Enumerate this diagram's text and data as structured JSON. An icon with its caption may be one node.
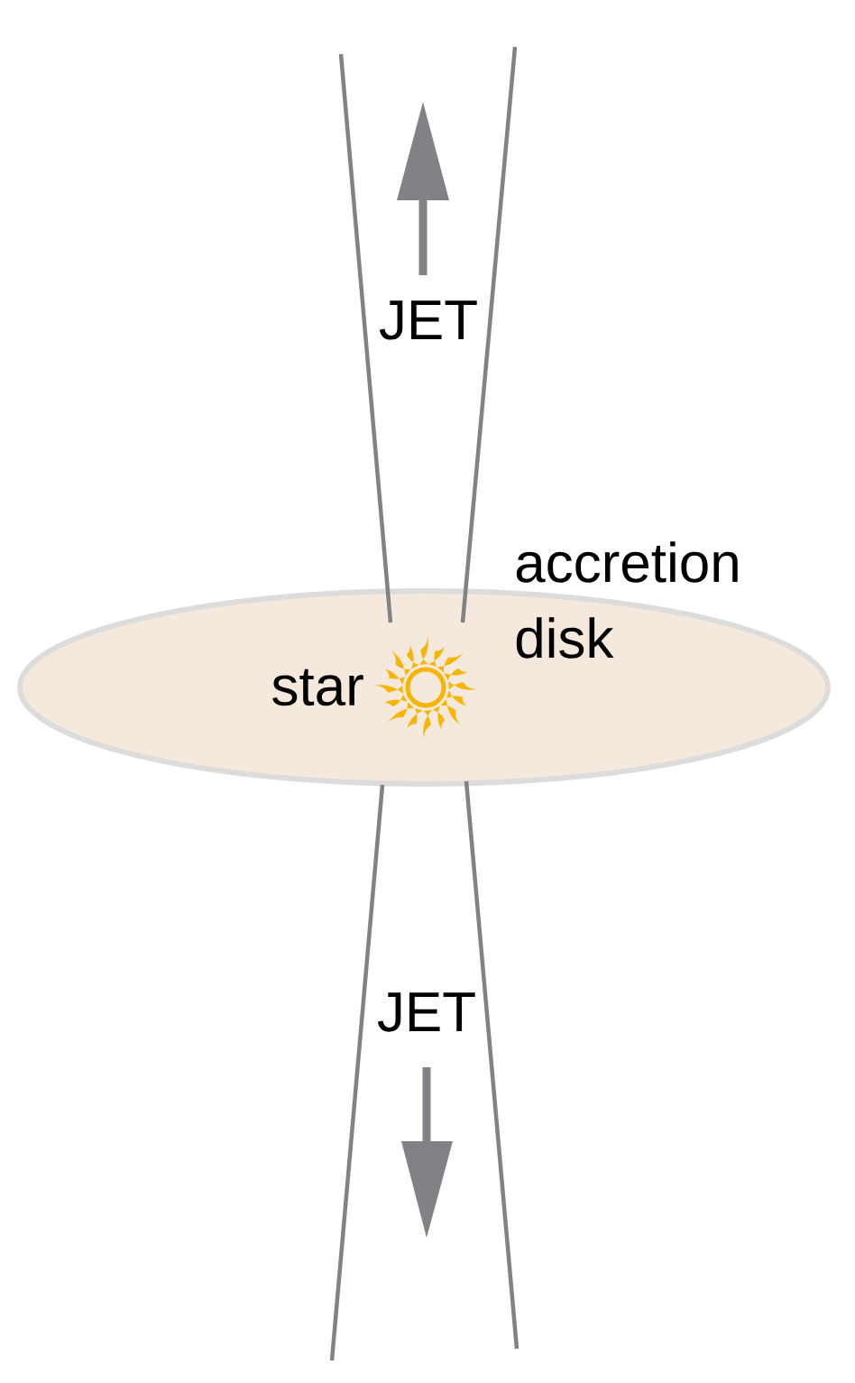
{
  "diagram": {
    "nodes": [
      {
        "text": [
          "accretion disk"
        ]
      }
    ],
    "labels": [
      "JET",
      "star",
      "JET"
    ]
  }
}
